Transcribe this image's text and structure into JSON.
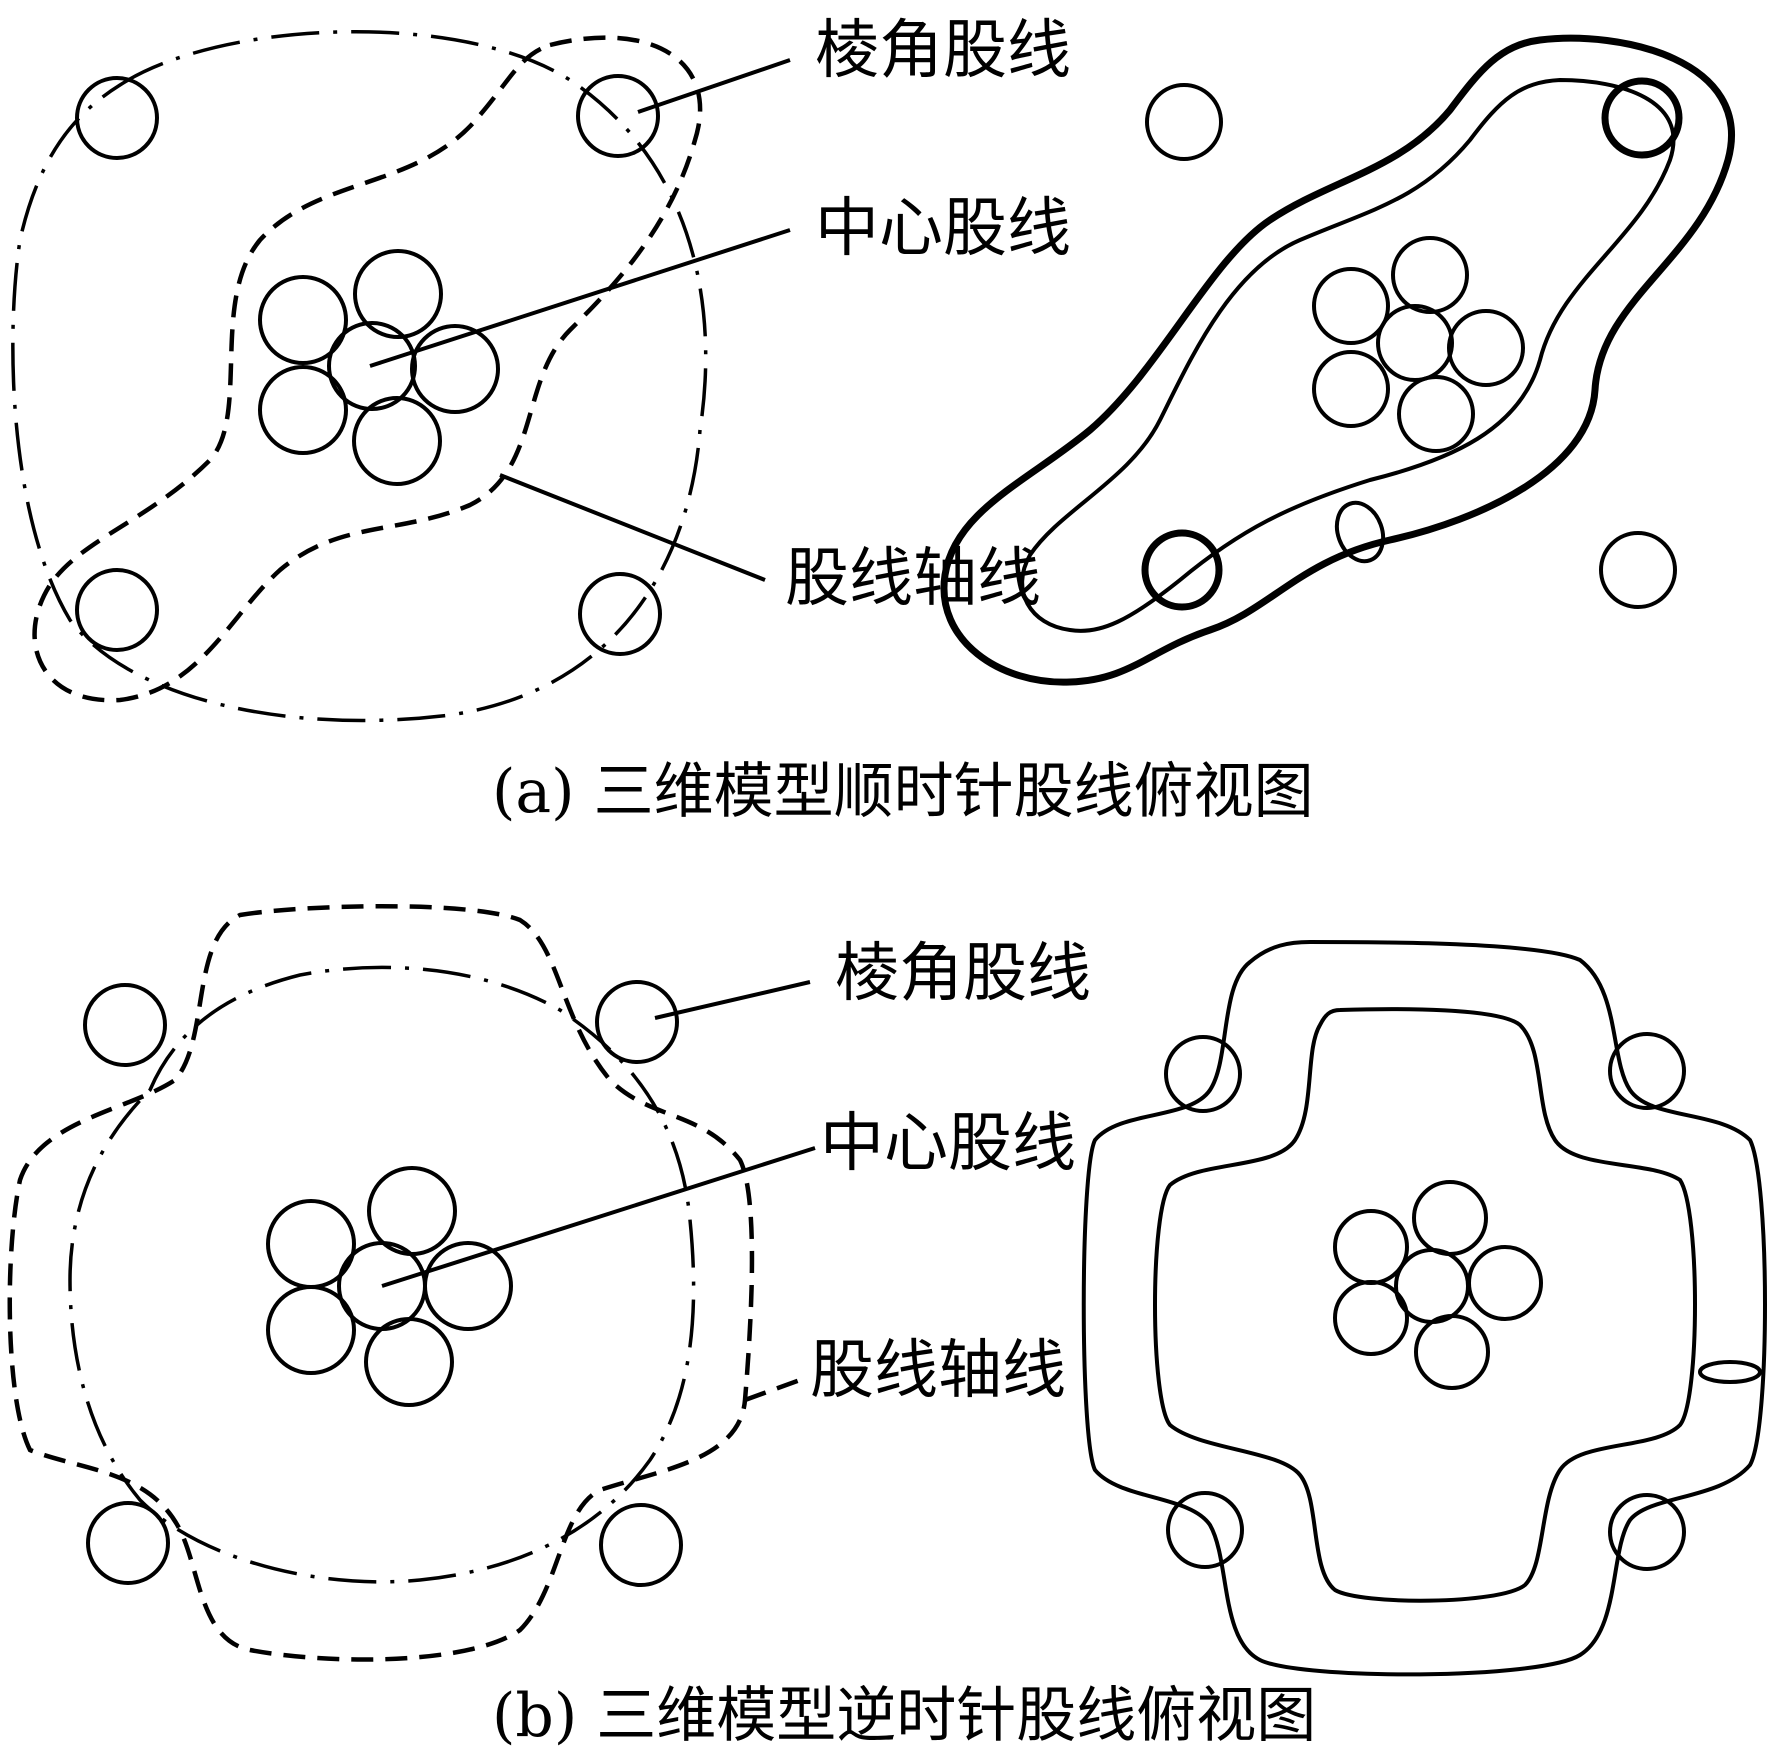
{
  "panel_a": {
    "label_corner": "棱角股线",
    "label_center": "中心股线",
    "label_axis": "股线轴线",
    "caption": "(a) 三维模型顺时针股线俯视图"
  },
  "panel_b": {
    "label_corner": "棱角股线",
    "label_center": "中心股线",
    "label_axis": "股线轴线",
    "caption": "(b) 三维模型逆时针股线俯视图"
  },
  "colors": {
    "line": "#000000",
    "background": "#ffffff"
  }
}
